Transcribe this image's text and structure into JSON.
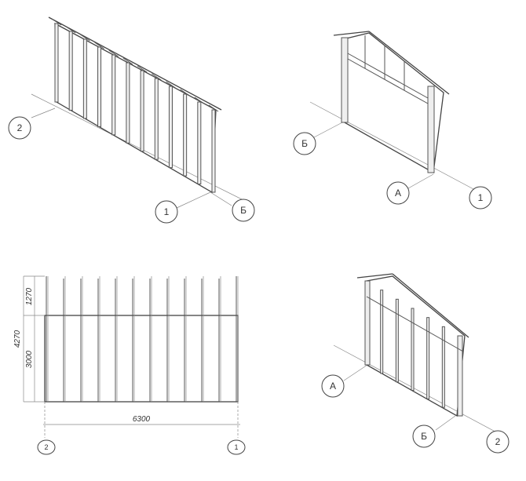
{
  "views": {
    "isometric_long_wall": {
      "axis_labels": [
        "2",
        "1",
        "Б"
      ]
    },
    "isometric_gable_end": {
      "axis_labels": [
        "Б",
        "А",
        "1"
      ]
    },
    "elevation": {
      "axis_labels": [
        "2",
        "1"
      ],
      "dimensions": {
        "total_height": "4270",
        "gable_height": "1270",
        "wall_height": "3000",
        "width": "6300"
      }
    },
    "isometric_gable_corner": {
      "axis_labels": [
        "А",
        "Б",
        "2"
      ]
    }
  },
  "colors": {
    "line": "#555555",
    "background": "#ffffff"
  }
}
